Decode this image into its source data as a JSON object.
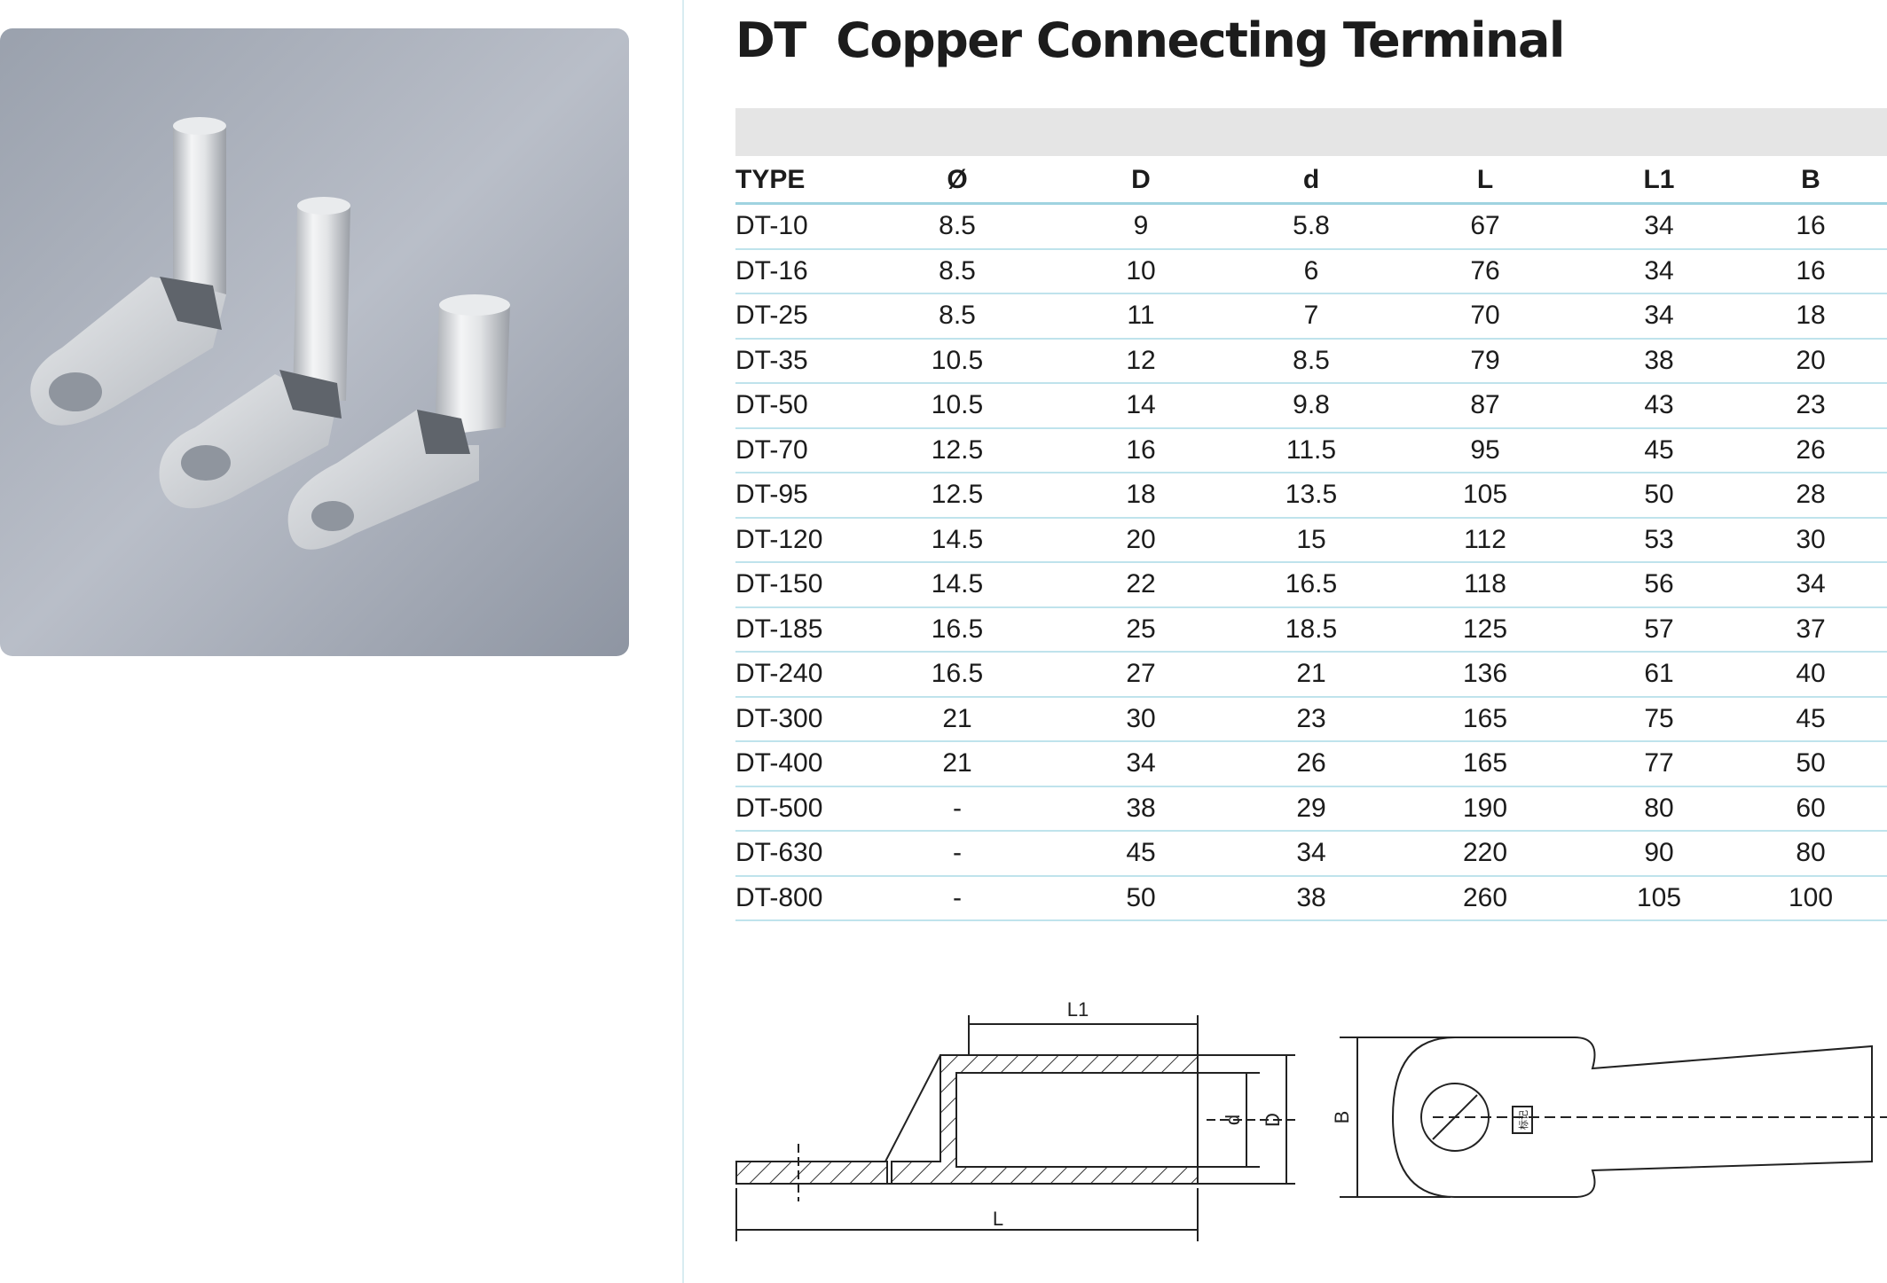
{
  "title": "DT  Copper Connecting Terminal",
  "table": {
    "headers": [
      "TYPE",
      "Ø",
      "D",
      "d",
      "L",
      "L1",
      "B"
    ],
    "rows": [
      [
        "DT-10",
        "8.5",
        "9",
        "5.8",
        "67",
        "34",
        "16"
      ],
      [
        "DT-16",
        "8.5",
        "10",
        "6",
        "76",
        "34",
        "16"
      ],
      [
        "DT-25",
        "8.5",
        "11",
        "7",
        "70",
        "34",
        "18"
      ],
      [
        "DT-35",
        "10.5",
        "12",
        "8.5",
        "79",
        "38",
        "20"
      ],
      [
        "DT-50",
        "10.5",
        "14",
        "9.8",
        "87",
        "43",
        "23"
      ],
      [
        "DT-70",
        "12.5",
        "16",
        "11.5",
        "95",
        "45",
        "26"
      ],
      [
        "DT-95",
        "12.5",
        "18",
        "13.5",
        "105",
        "50",
        "28"
      ],
      [
        "DT-120",
        "14.5",
        "20",
        "15",
        "112",
        "53",
        "30"
      ],
      [
        "DT-150",
        "14.5",
        "22",
        "16.5",
        "118",
        "56",
        "34"
      ],
      [
        "DT-185",
        "16.5",
        "25",
        "18.5",
        "125",
        "57",
        "37"
      ],
      [
        "DT-240",
        "16.5",
        "27",
        "21",
        "136",
        "61",
        "40"
      ],
      [
        "DT-300",
        "21",
        "30",
        "23",
        "165",
        "75",
        "45"
      ],
      [
        "DT-400",
        "21",
        "34",
        "26",
        "165",
        "77",
        "50"
      ],
      [
        "DT-500",
        "-",
        "38",
        "29",
        "190",
        "80",
        "60"
      ],
      [
        "DT-630",
        "-",
        "45",
        "34",
        "220",
        "90",
        "80"
      ],
      [
        "DT-800",
        "-",
        "50",
        "38",
        "260",
        "105",
        "100"
      ]
    ]
  },
  "drawing": {
    "side_view": {
      "L1": "L1",
      "L": "L",
      "d": "d",
      "D": "D"
    },
    "top_view": {
      "B": "B",
      "mark": "标记"
    }
  },
  "colors": {
    "row_line": "#bfe3ec",
    "header_band": "#e5e5e5",
    "divider": "#d8ecf1"
  }
}
